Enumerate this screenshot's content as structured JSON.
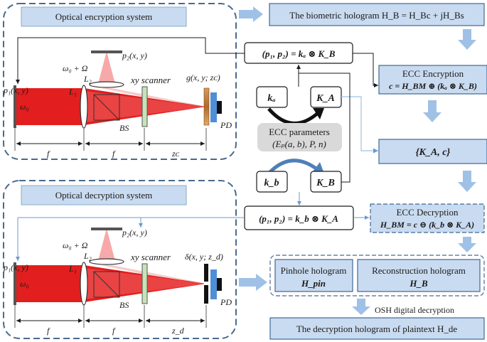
{
  "encryption": {
    "title": "Optical encryption system",
    "p2": "p₂(x, y)",
    "omega": "ω₀ + Ω",
    "L2": "L₂",
    "scanner": "xy scanner",
    "g": "g(x, y; zᴄ)",
    "p1": "p₁(x, y)",
    "L1": "L₁",
    "omega0": "ω₀",
    "BS": "BS",
    "PD": "PD",
    "f_left": "f",
    "f_right": "f",
    "z": "zᴄ"
  },
  "decryption": {
    "title": "Optical decryption system",
    "p2": "p₂(x, y)",
    "omega": "ω₀ + Ω",
    "L2": "L₂",
    "scanner": "xy scanner",
    "delta": "δ(x, y; z_d)",
    "p1": "p₁(x, y)",
    "L1": "L₁",
    "omega0": "ω₀",
    "BS": "BS",
    "PD": "PD",
    "f_left": "f",
    "f_right": "f",
    "z": "z_d"
  },
  "keys": {
    "p_enc": "(p₁, p₂) = kₐ ⊗ K_B",
    "ka": "kₐ",
    "KA": "K_A",
    "params_title": "ECC parameters",
    "params_expr": "(Eₚ(a, b), P, n)",
    "kb": "k_b",
    "KB": "K_B",
    "p_dec": "(p₁, p₂) = k_b ⊗ K_A"
  },
  "flow": {
    "biometric": "The biometric hologram H_B = H_Bc + jH_Bs",
    "ecc_enc_title": "ECC Encryption",
    "ecc_enc_expr": "c = H_BM ⊕ (kₐ ⊗ K_B)",
    "kac": "{K_A, c}",
    "ecc_dec_title": "ECC Decryption",
    "ecc_dec_expr": "H_BM = c ⊖ (k_b ⊗ K_A)",
    "pinhole_title": "Pinhole hologram",
    "pinhole_sym": "H_pin",
    "recon_title": "Reconstruction hologram",
    "recon_sym": "H_B",
    "osh": "OSH digital decryption",
    "final": "The decryption hologram of plaintext H_de"
  },
  "colors": {
    "panel_fill": "#c9dbf0",
    "panel_stroke": "#3f6897",
    "dash_stroke": "#4a6a8c",
    "laser": "#e21e1e",
    "laser_light": "#f7a9a9",
    "arrow_blue": "#9fc1e6",
    "curve_arrow": "#111111",
    "curve_arrow_blue": "#4e7fb9",
    "params_fill": "#d9d9d9",
    "pd": "#4f8fd6",
    "scanner": "#c7e3b8"
  }
}
